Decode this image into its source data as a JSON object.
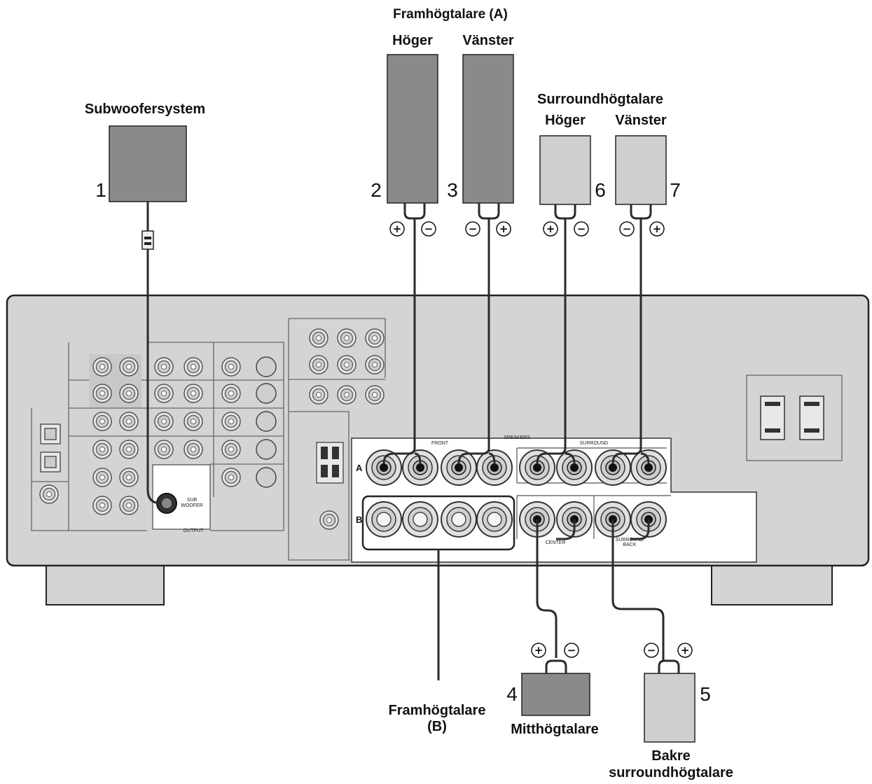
{
  "labels": {
    "front_a_title": "Framhögtalare (A)",
    "front_a_right": "Höger",
    "front_a_left": "Vänster",
    "subwoofer_title": "Subwoofersystem",
    "surround_title": "Surroundhögtalare",
    "surround_right": "Höger",
    "surround_left": "Vänster",
    "front_b_line1": "Framhögtalare",
    "front_b_line2": "(B)",
    "center_title": "Mitthögtalare",
    "surround_back_line1": "Bakre",
    "surround_back_line2": "surroundhögtalare"
  },
  "numbers": {
    "subwoofer": "1",
    "front_right": "2",
    "front_left": "3",
    "center": "4",
    "surround_back": "5",
    "surround_right": "6",
    "surround_left": "7"
  },
  "polarity": {
    "plus": "+",
    "minus": "−"
  },
  "panel": {
    "speakers": "SPEAKERS",
    "front": "FRONT",
    "surround": "SURROUND",
    "center": "CENTER",
    "surround_back_1": "SURROUND",
    "surround_back_2": "BACK",
    "row_a": "A",
    "row_b": "B",
    "sub_1": "SUB",
    "sub_2": "WOOFER",
    "output": "OUTPUT"
  },
  "colors": {
    "dark_speaker": "#8a8a8a",
    "light_speaker": "#cfcfcf",
    "chassis": "#d4d4d4",
    "cable": "#2a2a2a"
  }
}
